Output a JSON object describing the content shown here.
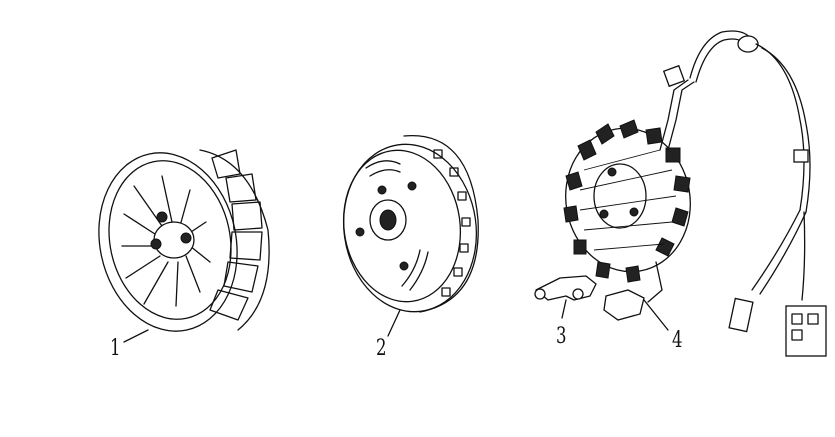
{
  "callouts": [
    {
      "id": "fan",
      "label": "1"
    },
    {
      "id": "flywheel",
      "label": "2"
    },
    {
      "id": "pickup-bracket",
      "label": "3"
    },
    {
      "id": "stator",
      "label": "4"
    }
  ]
}
